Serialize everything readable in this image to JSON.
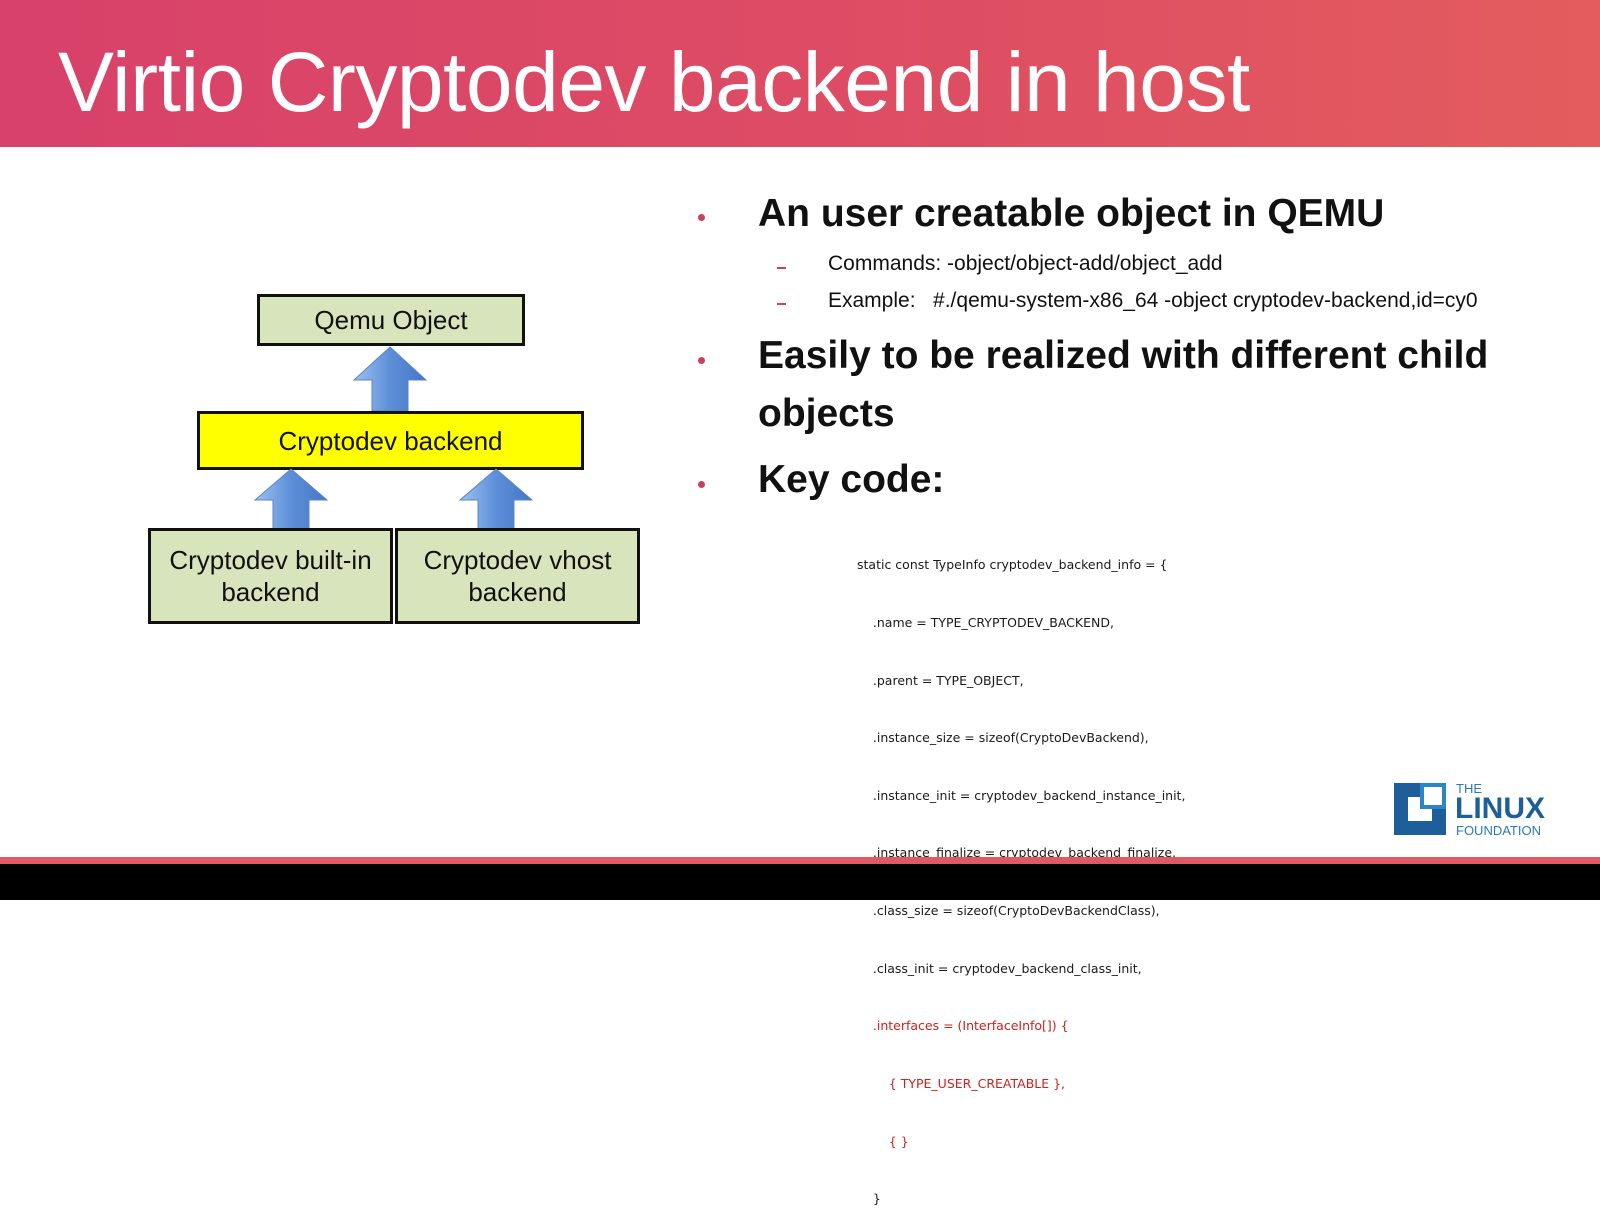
{
  "slide": {
    "title": "Virtio Cryptodev backend in host"
  },
  "colors": {
    "header_start": "#d8416a",
    "header_end": "#e45c5e",
    "box_green": "#d8e4bc",
    "box_yellow": "#ffff00",
    "arrow_blue": "#6d9ee0",
    "bullet_accent": "#c8425e",
    "code_highlight": "#d02020",
    "logo_blue": "#1f5f99"
  },
  "diagram": {
    "nodes": {
      "qemu_object": "Qemu Object",
      "cryptodev_backend": "Cryptodev backend",
      "builtin_line1": "Cryptodev built-in",
      "builtin_line2": "backend",
      "vhost_line1": "Cryptodev vhost",
      "vhost_line2": "backend"
    },
    "edges": [
      {
        "from": "cryptodev_backend",
        "to": "qemu_object",
        "icon": "arrow-up-icon"
      },
      {
        "from": "builtin",
        "to": "cryptodev_backend",
        "icon": "arrow-up-icon"
      },
      {
        "from": "vhost",
        "to": "cryptodev_backend",
        "icon": "arrow-up-icon"
      }
    ]
  },
  "bullets": {
    "b1": "An user creatable object in QEMU",
    "b1_sub1": "Commands: -object/object-add/object_add",
    "b1_sub2": "Example:   #./qemu-system-x86_64 -object cryptodev-backend,id=cy0",
    "b2_line1": "Easily to be realized with different child",
    "b2_line2": "objects",
    "b3": "Key code:"
  },
  "code": {
    "l1": "static const TypeInfo cryptodev_backend_info = {",
    "l2": "    .name = TYPE_CRYPTODEV_BACKEND,",
    "l3": "    .parent = TYPE_OBJECT,",
    "l4": "    .instance_size = sizeof(CryptoDevBackend),",
    "l5": "    .instance_init = cryptodev_backend_instance_init,",
    "l6": "    .instance_finalize = cryptodev_backend_finalize,",
    "l7": "    .class_size = sizeof(CryptoDevBackendClass),",
    "l8": "    .class_init = cryptodev_backend_class_init,",
    "l9": "    .interfaces = (InterfaceInfo[]) {",
    "l10": "        { TYPE_USER_CREATABLE },",
    "l11": "        { }",
    "l12": "    }"
  },
  "logo": {
    "icon": "linux-foundation-logo-icon",
    "the": "THE",
    "linux": "LINUX",
    "foundation": "FOUNDATION"
  }
}
